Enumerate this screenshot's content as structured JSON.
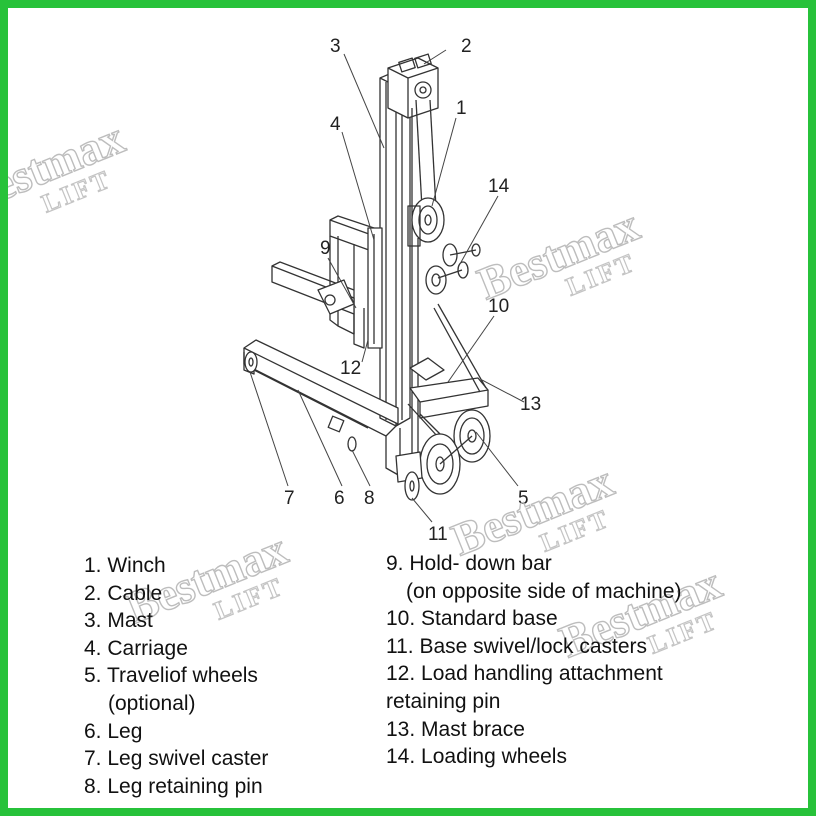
{
  "watermark": {
    "brand": "Bestmax",
    "sub": "LIFT"
  },
  "callouts": [
    "1",
    "2",
    "3",
    "4",
    "5",
    "6",
    "7",
    "8",
    "9",
    "10",
    "11",
    "12",
    "13",
    "14"
  ],
  "legend_left": [
    {
      "text": "1. Winch"
    },
    {
      "text": "2. Cable"
    },
    {
      "text": "3. Mast"
    },
    {
      "text": "4. Carriage"
    },
    {
      "text": "5. Traveliof wheels",
      "cont": "(optional)"
    },
    {
      "text": "6. Leg"
    },
    {
      "text": "7. Leg swivel caster"
    },
    {
      "text": "8. Leg retaining pin"
    }
  ],
  "legend_right": [
    {
      "text": "9. Hold- down bar",
      "cont": "(on opposite side of machine)"
    },
    {
      "text": "10. Standard base"
    },
    {
      "text": "11. Base swivel/lock casters"
    },
    {
      "text": "12. Load handling attachment",
      "cont2": "retaining pin"
    },
    {
      "text": "13. Mast brace"
    },
    {
      "text": "14. Loading wheels"
    }
  ],
  "colors": {
    "border": "#27c23a",
    "line": "#333333",
    "watermark": "#bdbdbd"
  }
}
